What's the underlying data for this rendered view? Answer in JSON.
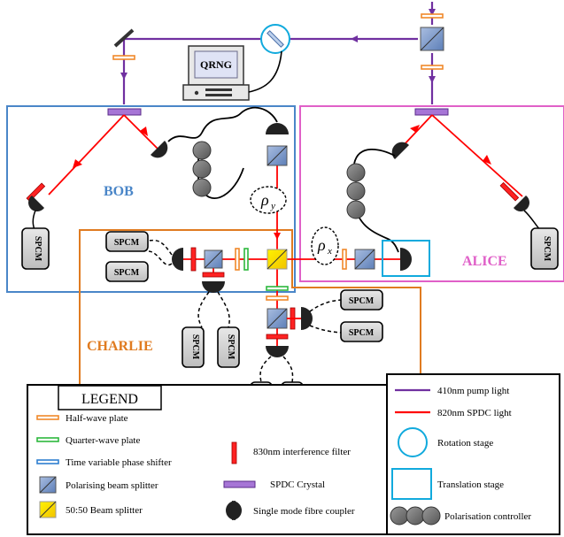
{
  "labels": {
    "qrng": "QRNG",
    "bob": "BOB",
    "alice": "ALICE",
    "charlie": "CHARLIE",
    "rho_y": "ρ",
    "rho_y_sub": "y",
    "rho_x": "ρ",
    "rho_x_sub": "x",
    "spcm": "SPCM"
  },
  "legend": {
    "title": "LEGEND",
    "half_wave_plate": "Half-wave plate",
    "quarter_wave_plate": "Quarter-wave plate",
    "phase_shifter": "Time variable phase shifter",
    "pbs": "Polarising beam splitter",
    "bs5050": "50:50 Beam splitter",
    "interference_filter": "830nm interference filter",
    "spdc_crystal": "SPDC Crystal",
    "fibre_coupler": "Single mode fibre coupler",
    "pump_light": "410nm pump light",
    "spdc_light": "820nm SPDC light",
    "rotation_stage": "Rotation stage",
    "translation_stage": "Translation stage",
    "polarisation_controller": "Polarisation controller"
  },
  "colors": {
    "pump": "#7030a0",
    "spdc": "#ff0000",
    "bob_box": "#4a86c8",
    "alice_box": "#e060c8",
    "charlie_box": "#e07b20",
    "half_wave": "#f0882a",
    "quarter_wave": "#2db83d",
    "phase_shifter": "#2f7fd0",
    "stage": "#11aadd"
  }
}
